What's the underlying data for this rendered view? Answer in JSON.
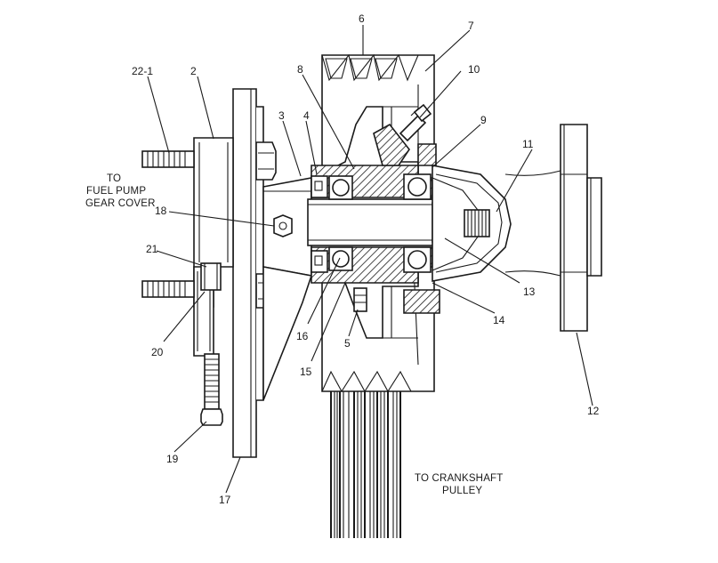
{
  "notes": {
    "fuel_pump_line1": "TO",
    "fuel_pump_line2": "FUEL PUMP",
    "fuel_pump_line3": "GEAR COVER",
    "crankshaft_line1": "TO CRANKSHAFT",
    "crankshaft_line2": "PULLEY"
  },
  "callouts": [
    {
      "id": "6",
      "label": "6"
    },
    {
      "id": "7",
      "label": "7"
    },
    {
      "id": "22-1",
      "label": "22-1"
    },
    {
      "id": "2",
      "label": "2"
    },
    {
      "id": "8",
      "label": "8"
    },
    {
      "id": "10",
      "label": "10"
    },
    {
      "id": "3",
      "label": "3"
    },
    {
      "id": "4",
      "label": "4"
    },
    {
      "id": "9",
      "label": "9"
    },
    {
      "id": "11",
      "label": "11"
    },
    {
      "id": "18",
      "label": "18"
    },
    {
      "id": "21",
      "label": "21"
    },
    {
      "id": "13",
      "label": "13"
    },
    {
      "id": "14",
      "label": "14"
    },
    {
      "id": "16",
      "label": "16"
    },
    {
      "id": "20",
      "label": "20"
    },
    {
      "id": "5",
      "label": "5"
    },
    {
      "id": "15",
      "label": "15"
    },
    {
      "id": "12",
      "label": "12"
    },
    {
      "id": "19",
      "label": "19"
    },
    {
      "id": "17",
      "label": "17"
    }
  ]
}
